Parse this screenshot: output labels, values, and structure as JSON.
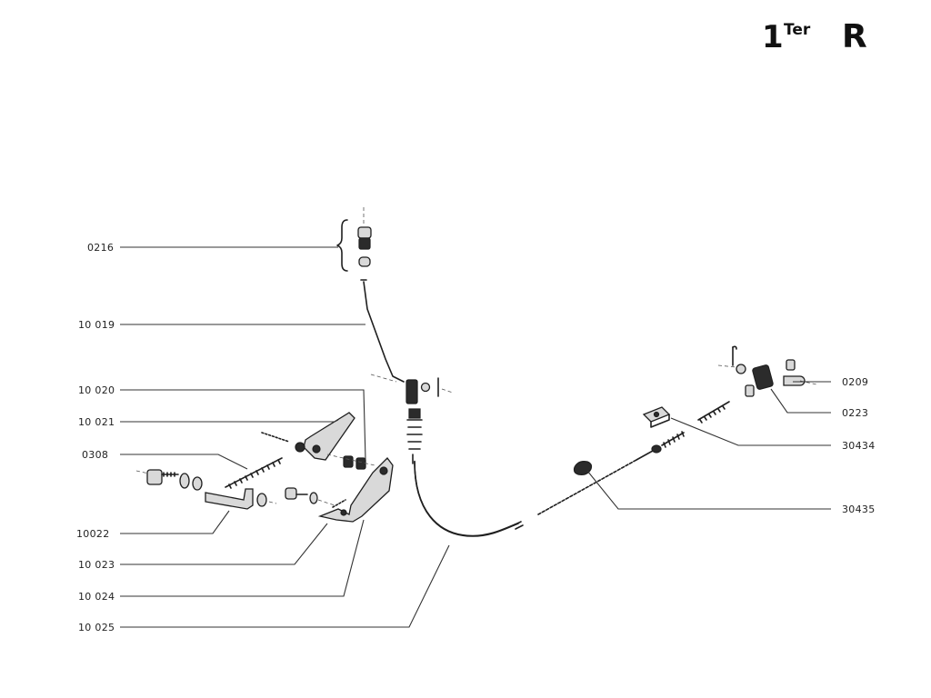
{
  "logo": {
    "number": "1",
    "superscript": "Ter",
    "letter": "R"
  },
  "labels": {
    "p0216": "0216",
    "p10019": "10 019",
    "p10020": "10 020",
    "p10021": "10 021",
    "p0308": "0308",
    "p10022": "10022",
    "p10023": "10 023",
    "p10024": "10 024",
    "p10025": "10 025",
    "p0209": "0209",
    "p0223": "0223",
    "p30434": "30434",
    "p30435": "30435"
  }
}
